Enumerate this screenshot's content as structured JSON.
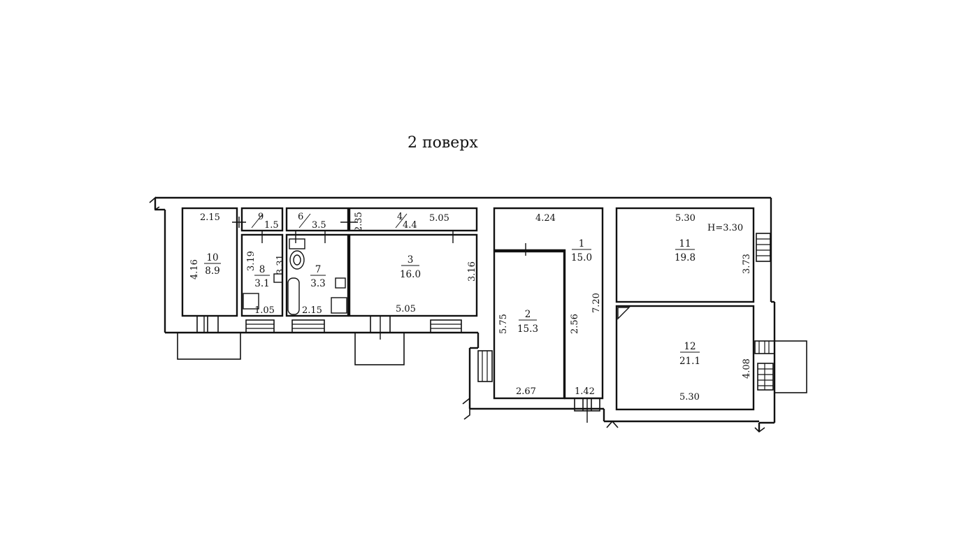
{
  "title": "2 поверх",
  "height_note": "H=3.30",
  "rooms": [
    {
      "id": "room-10",
      "number": "10",
      "area": "8.9"
    },
    {
      "id": "room-8",
      "number": "8",
      "area": "3.1"
    },
    {
      "id": "room-7",
      "number": "7",
      "area": "3.3"
    },
    {
      "id": "room-3",
      "number": "3",
      "area": "16.0"
    },
    {
      "id": "room-2",
      "number": "2",
      "area": "15.3"
    },
    {
      "id": "room-1",
      "number": "1",
      "area": "15.0"
    },
    {
      "id": "room-11",
      "number": "11",
      "area": "19.8"
    },
    {
      "id": "room-12",
      "number": "12",
      "area": "21.1"
    },
    {
      "id": "room-9",
      "number": "9",
      "area": "1.5"
    },
    {
      "id": "room-6",
      "number": "6",
      "area": "3.5"
    },
    {
      "id": "room-4",
      "number": "4",
      "area": "4.4"
    }
  ],
  "dimensions": [
    "2.15",
    "4.16",
    "3.19",
    "1.05",
    "2.15",
    "3.31",
    "2.35",
    "5.05",
    "3.16",
    "5.05",
    "4.24",
    "7.20",
    "5.75",
    "2.56",
    "2.67",
    "1.42",
    "5.30",
    "3.73",
    "4.08",
    "5.30"
  ]
}
